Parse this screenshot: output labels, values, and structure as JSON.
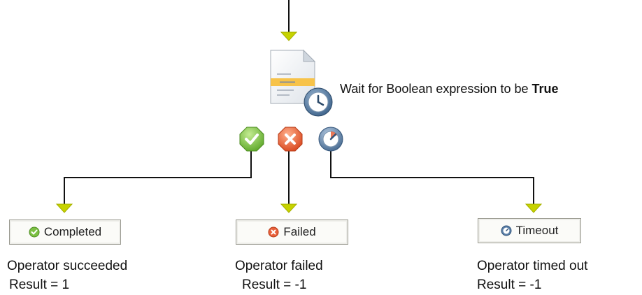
{
  "activity": {
    "label_prefix": "Wait for Boolean expression to be ",
    "label_bold": "True",
    "icon": "document-clock-icon"
  },
  "outcomes": [
    {
      "status_icon": "check-circle-icon",
      "color": "#7cc043",
      "box_label": "Completed",
      "description": "Operator succeeded",
      "result": "Result = 1"
    },
    {
      "status_icon": "x-circle-icon",
      "color": "#e8603a",
      "box_label": "Failed",
      "description": "Operator failed",
      "result": "Result = -1"
    },
    {
      "status_icon": "clock-circle-icon",
      "color": "#5a7fa8",
      "box_label": "Timeout",
      "description": "Operator timed out",
      "result": "Result = -1"
    }
  ],
  "colors": {
    "arrow": "#c7d300",
    "connector": "#111111"
  }
}
